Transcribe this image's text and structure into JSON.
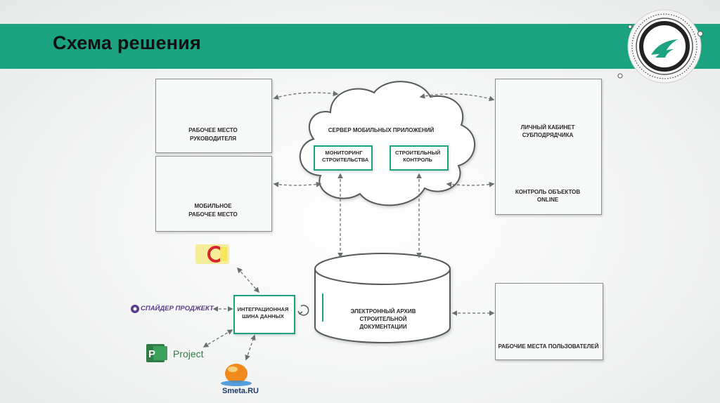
{
  "slide": {
    "title": "Схема решения"
  },
  "cloud": {
    "title": "Сервер мобильных приложений",
    "module1": "Мониторинг строительства",
    "module2": "Строительный контроль"
  },
  "archive": {
    "label": "Электронный архив строительной документации"
  },
  "bus": {
    "label": "Интеграционная шина данных"
  },
  "boxes": {
    "manager": {
      "line1": "Рабочее место",
      "line2": "руководителя"
    },
    "mobile": {
      "line1": "Мобильное",
      "line2": "рабочее место"
    },
    "subcontractor": {
      "line1": "Личный кабинет",
      "line2": "субподрядчика"
    },
    "objects": {
      "line1": "Контроль объектов",
      "line2": "online"
    },
    "users": {
      "label": "Рабочие места пользователей"
    }
  },
  "integrations": {
    "onec": "1С",
    "spider": "Спайдер Проджект",
    "project": "Project",
    "smeta": "Smeta.RU"
  },
  "colors": {
    "accent": "#1aa281",
    "arrow": "#6b6f70",
    "box_border": "#8c8f90"
  }
}
